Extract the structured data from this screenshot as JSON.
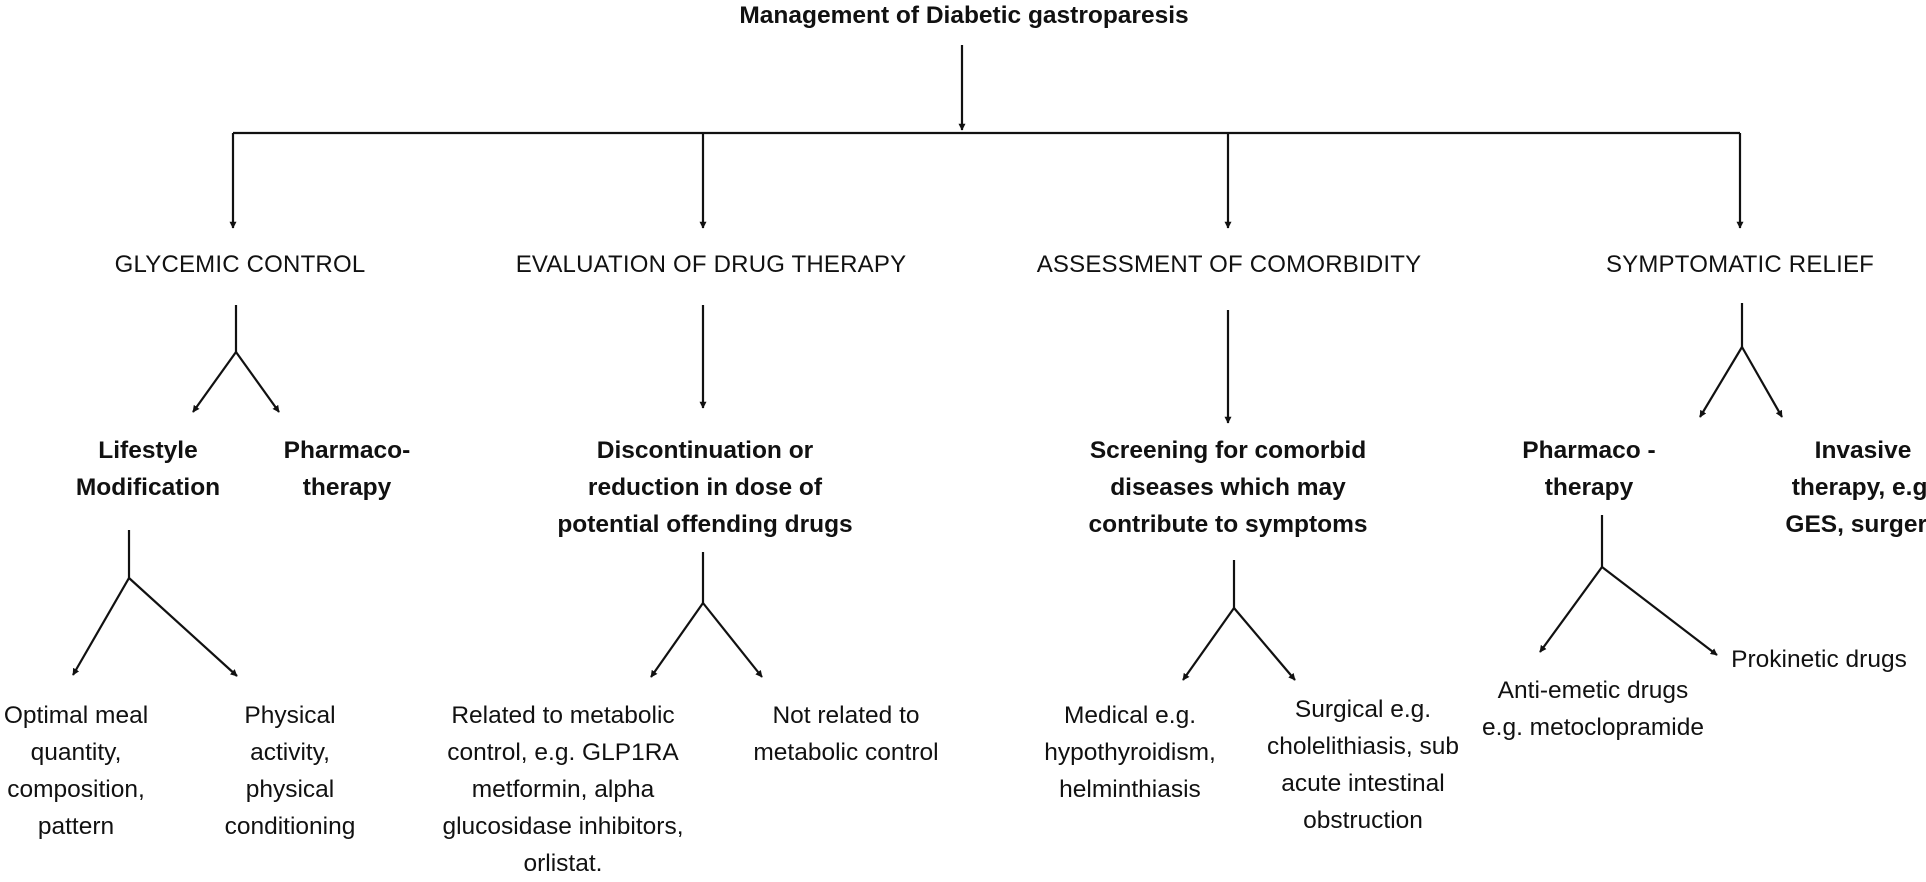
{
  "title": "Management of Diabetic gastroparesis",
  "categories": [
    {
      "name": "GLYCEMIC CONTROL"
    },
    {
      "name": "EVALUATION OF DRUG THERAPY"
    },
    {
      "name": "ASSESSMENT OF COMORBIDITY"
    },
    {
      "name": "SYMPTOMATIC RELIEF"
    }
  ],
  "glycemic": {
    "lifestyle": [
      "Lifestyle",
      "Modification"
    ],
    "pharmaco": [
      "Pharmaco-",
      "therapy"
    ],
    "meal": [
      "Optimal meal",
      "quantity,",
      "composition,",
      "pattern"
    ],
    "physical": [
      "Physical",
      "activity,",
      "physical",
      "conditioning"
    ]
  },
  "drug": {
    "discontinuation": [
      "Discontinuation or",
      "reduction in dose of",
      "potential offending drugs"
    ],
    "related": [
      "Related to metabolic",
      "control, e.g. GLP1RA",
      "metformin, alpha",
      "glucosidase inhibitors,",
      "orlistat."
    ],
    "not_related": [
      "Not related to",
      "metabolic control"
    ]
  },
  "comorbidity": {
    "screening": [
      "Screening for comorbid",
      "diseases which may",
      "contribute to symptoms"
    ],
    "medical": [
      "Medical e.g.",
      "hypothyroidism,",
      "helminthiasis"
    ],
    "surgical": [
      "Surgical e.g.",
      "cholelithiasis, sub",
      "acute intestinal",
      "obstruction"
    ]
  },
  "symptomatic": {
    "pharmaco": [
      "Pharmaco -",
      "therapy"
    ],
    "invasive": [
      "Invasive",
      "therapy, e.g.",
      "GES, surgery"
    ],
    "antiemetic": [
      "Anti-emetic drugs",
      "e.g. metoclopramide"
    ],
    "prokinetic": [
      "Prokinetic drugs"
    ]
  }
}
